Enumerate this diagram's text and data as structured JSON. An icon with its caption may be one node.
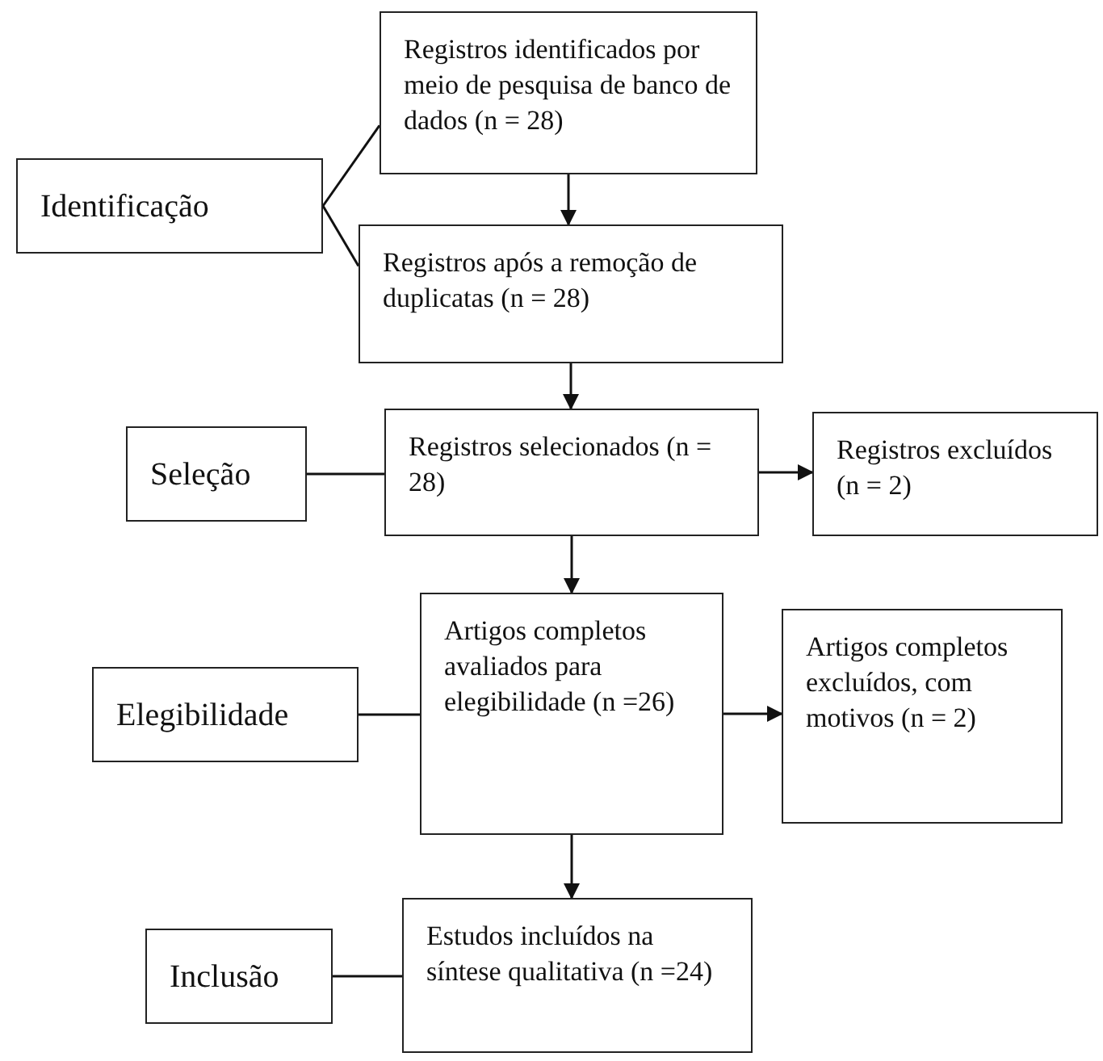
{
  "diagram": {
    "nodes": [
      {
        "text": [
          "Identificação"
        ]
      },
      {
        "text": [
          "Registros identificados por meio de pesquisa de banco de dados (n = 28)"
        ]
      },
      {
        "text": [
          "Registros após a remoção de duplicatas (n = 28)"
        ]
      },
      {
        "text": [
          "Seleção"
        ]
      },
      {
        "text": [
          "Registros selecionados (n = 28)"
        ]
      },
      {
        "text": [
          "Registros excluídos (n = 2)"
        ]
      },
      {
        "text": [
          "Elegibilidade"
        ]
      },
      {
        "text": [
          "Artigos completos avaliados para elegibilidade (n =26)"
        ]
      },
      {
        "text": [
          "Artigos completos excluídos, com motivos (n = 2)"
        ]
      },
      {
        "text": [
          "Inclusão"
        ]
      },
      {
        "text": [
          "Estudos incluídos na síntese qualitativa (n =24)"
        ]
      }
    ],
    "edges": [
      {
        "from": 0,
        "to": 1,
        "arrow": "none"
      },
      {
        "from": 0,
        "to": 2,
        "arrow": "none"
      },
      {
        "from": 1,
        "to": 2,
        "arrow": "to"
      },
      {
        "from": 2,
        "to": 4,
        "arrow": "to"
      },
      {
        "from": 3,
        "to": 4,
        "arrow": "none"
      },
      {
        "from": 4,
        "to": 5,
        "arrow": "to"
      },
      {
        "from": 4,
        "to": 7,
        "arrow": "to"
      },
      {
        "from": 6,
        "to": 7,
        "arrow": "none"
      },
      {
        "from": 7,
        "to": 8,
        "arrow": "to"
      },
      {
        "from": 7,
        "to": 10,
        "arrow": "to"
      },
      {
        "from": 9,
        "to": 10,
        "arrow": "none"
      }
    ]
  }
}
